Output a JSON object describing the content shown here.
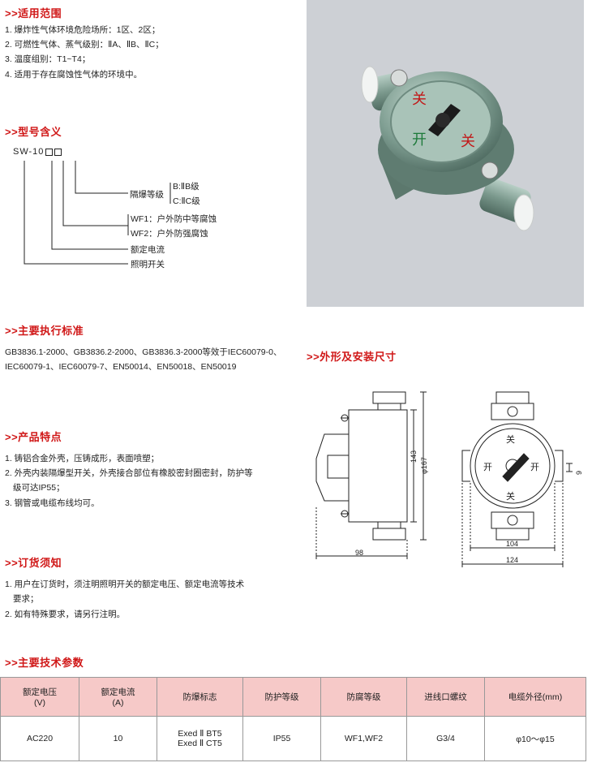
{
  "scope": {
    "title": ">>适用范围",
    "items": [
      "1. 爆炸性气体环境危险场所：1区、2区；",
      "2. 可燃性气体、蒸气级别：ⅡA、ⅡB、ⅡC；",
      "3. 温度组别：T1~T4；",
      "4. 适用于存在腐蚀性气体的环境中。"
    ]
  },
  "model": {
    "title": ">>型号含义",
    "code": "SW-10",
    "labels": {
      "explosion_grade": "隔爆等级",
      "grade_b": "B:ⅡB级",
      "grade_c": "C:ⅡC级",
      "wf1": "WF1：户外防中等腐蚀",
      "wf2": "WF2：户外防强腐蚀",
      "rated_current": "额定电流",
      "lighting_switch": "照明开关"
    }
  },
  "standards": {
    "title": ">>主要执行标准",
    "text": "GB3836.1-2000、GB3836.2-2000、GB3836.3-2000等效于IEC60079-0、IEC60079-1、IEC60079-7、EN50014、EN50018、EN50019"
  },
  "features": {
    "title": ">>产品特点",
    "items": [
      "1. 铸铝合金外壳，压铸成形，表面喷塑；",
      "2. 外壳内装隔爆型开关，外壳接合部位有橡胶密封圈密封，防护等",
      "级可达IP55；",
      "3. 钢管或电缆布线均可。"
    ]
  },
  "ordering": {
    "title": ">>订货须知",
    "items": [
      "1. 用户在订货时，须注明照明开关的额定电压、额定电流等技术",
      "要求；",
      "2. 如有特殊要求，请另行注明。"
    ]
  },
  "dimensions": {
    "title": ">>外形及安装尺寸",
    "labels": {
      "d143": "143",
      "d167": "167",
      "d98": "98",
      "d9": "9",
      "d104": "104",
      "d124": "124",
      "phi": "φ"
    }
  },
  "params": {
    "title": ">>主要技术参数",
    "headers": [
      [
        "额定电压",
        "(V)"
      ],
      [
        "额定电流",
        "(A)"
      ],
      [
        "防爆标志",
        ""
      ],
      [
        "防护等级",
        ""
      ],
      [
        "防腐等级",
        ""
      ],
      [
        "进线口螺纹",
        ""
      ],
      [
        "电缆外径(mm)",
        ""
      ]
    ],
    "row": [
      [
        "AC220",
        ""
      ],
      [
        "10",
        ""
      ],
      [
        "Exed Ⅱ BT5",
        "Exed Ⅱ CT5"
      ],
      [
        "IP55",
        ""
      ],
      [
        "WF1,WF2",
        ""
      ],
      [
        "G3/4",
        ""
      ],
      [
        "φ10～φ15",
        ""
      ]
    ]
  }
}
